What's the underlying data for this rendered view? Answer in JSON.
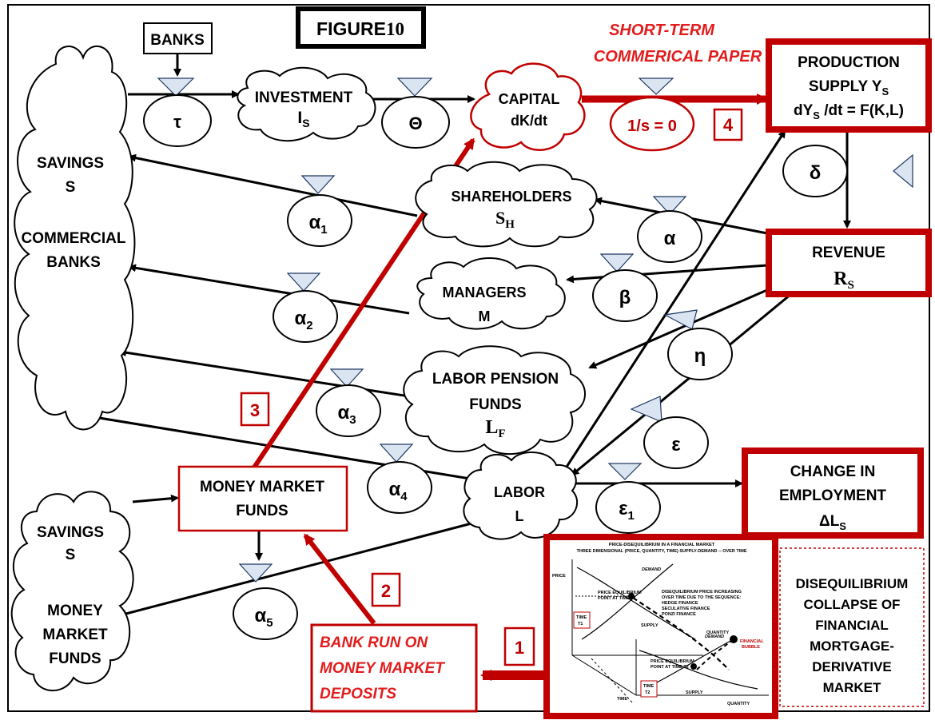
{
  "figure_title": {
    "main": "FIGURE",
    "num": "10"
  },
  "nodes": {
    "banks": "BANKS",
    "investment": {
      "line1": "INVESTMENT",
      "sym": "I",
      "sub": "S"
    },
    "capital": {
      "line1": "CAPITAL",
      "line2": "dK/dt"
    },
    "short_term_paper": {
      "line1": "SHORT-TERM",
      "line2": "COMMERICAL PAPER"
    },
    "production": {
      "line1": "PRODUCTION",
      "line2": "SUPPLY Y",
      "line2_sub": "S",
      "line3_a": "dY",
      "line3_sub": "S",
      "line3_b": " /dt = F(K,L)"
    },
    "savings_banks": {
      "line1": "SAVINGS",
      "line2": "S",
      "line3": "COMMERCIAL",
      "line4": "BANKS"
    },
    "shareholders": {
      "line1": "SHAREHOLDERS",
      "sym": "S",
      "sub": "H"
    },
    "managers": {
      "line1": "MANAGERS",
      "line2": "M"
    },
    "labor_pension": {
      "line1": "LABOR PENSION",
      "line2": "FUNDS",
      "sym": "L",
      "sub": "F"
    },
    "revenue": {
      "line1": "REVENUE",
      "sym": "R",
      "sub": "S"
    },
    "labor": {
      "line1": "LABOR",
      "line2": "L"
    },
    "money_market_funds": {
      "line1": "MONEY MARKET",
      "line2": "FUNDS"
    },
    "change_employment": {
      "line1": "CHANGE IN",
      "line2": "EMPLOYMENT",
      "sym": "ΔL",
      "sub": "S"
    },
    "savings_mmf": {
      "line1": "SAVINGS",
      "line2": "S",
      "line3": "MONEY",
      "line4": "MARKET",
      "line5": "FUNDS"
    },
    "bank_run": {
      "line1": "BANK RUN ON",
      "line2": "MONEY MARKET",
      "line3": "DEPOSITS"
    },
    "disequilibrium": {
      "line1": "DISEQUILIBRIUM",
      "line2": "COLLAPSE OF",
      "line3": "FINANCIAL",
      "line4": "MORTGAGE-",
      "line5": "DERIVATIVE",
      "line6": "MARKET"
    }
  },
  "params": {
    "tau": "τ",
    "theta": "Θ",
    "one_over_s": "1/s = 0",
    "delta": "δ",
    "alpha": "α",
    "beta": "β",
    "eta": "η",
    "epsilon": "ε",
    "epsilon1": {
      "sym": "ε",
      "sub": "1"
    },
    "alpha1": {
      "sym": "α",
      "sub": "1"
    },
    "alpha2": {
      "sym": "α",
      "sub": "2"
    },
    "alpha3": {
      "sym": "α",
      "sub": "3"
    },
    "alpha4": {
      "sym": "α",
      "sub": "4"
    },
    "alpha5": {
      "sym": "α",
      "sub": "5"
    }
  },
  "steps": {
    "s1": "1",
    "s2": "2",
    "s3": "3",
    "s4": "4"
  },
  "inset_chart": {
    "title1": "PRICE-DISEQUILIBRIUM IN A FINANCIAL MARKET",
    "title2": "THREE DIMENSIONAL (PRICE, QUANTITY, TIME) SUPPLY-DEMAND -- OVER TIME",
    "price": "PRICE",
    "demand1": "DEMAND",
    "demand2": "DEMAND",
    "eq1a": "PRICE EQUILIBRIUM",
    "eq1b": "POINT AT TIME T1",
    "eq2a": "PRICE EQUILIBRIUM",
    "eq2b": "POINT AT TIME T2",
    "note1": "DISEQUILIBRIUM PRICE INCREASING",
    "note2": "OVER TIME DUE TO THE SEQUENCE:",
    "note3": "HEDGE FINANCE",
    "note4": "SECULATIVE FINANCE",
    "note5": "PONZI FINANCE",
    "supply1": "SUPPLY",
    "supply2": "SUPPLY",
    "quantity1": "QUANTITY",
    "quantity2": "QUANTITY",
    "time1a": "TIME",
    "time1b": "T1",
    "time2a": "TIME",
    "time2b": "T2",
    "time_axis": "TIME",
    "bubble1": "FINANCIAL",
    "bubble2": "BUBBLE"
  }
}
